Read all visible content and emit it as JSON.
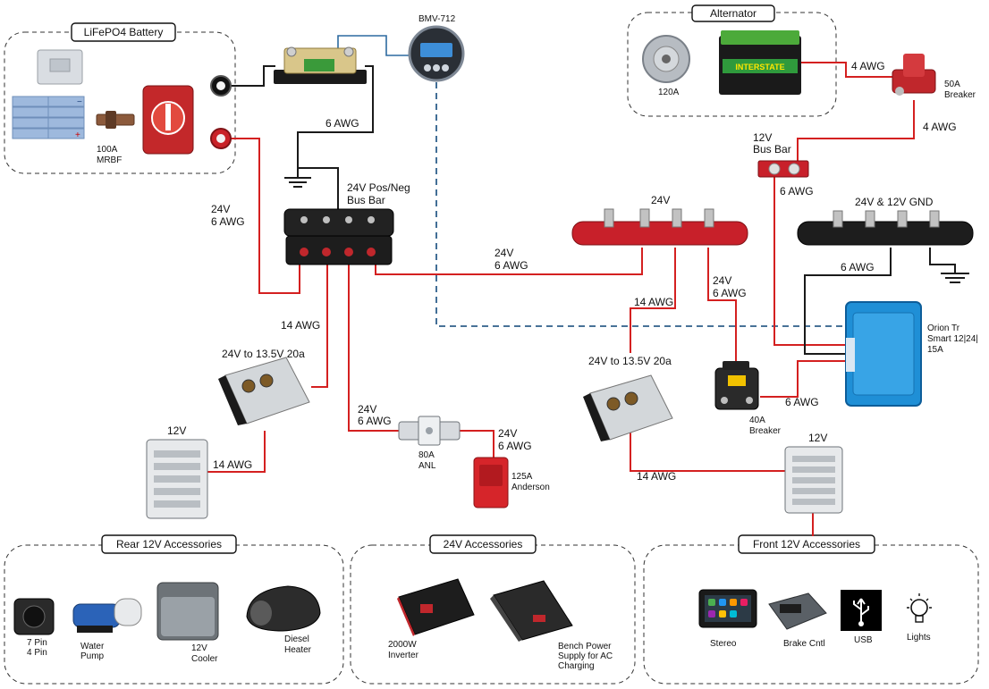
{
  "groups": {
    "battery": "LiFePO4 Battery",
    "alternator": "Alternator",
    "rear": "Rear 12V Accessories",
    "dc24": "24V Accessories",
    "front": "Front 12V Accessories"
  },
  "components": {
    "bmv": "BMV-712",
    "mrbf_1": "100A",
    "mrbf_2": "MRBF",
    "alt_amp": "120A",
    "battery_brand": "INTERSTATE",
    "breaker50_1": "50A",
    "breaker50_2": "Breaker",
    "busbar_main_1": "24V Pos/Neg",
    "busbar_main_2": "Bus Bar",
    "busbar_12_1": "12V",
    "busbar_12_2": "Bus Bar",
    "busbar_24": "24V",
    "busbar_gnd": "24V & 12V GND",
    "orion_1": "Orion Tr",
    "orion_2": "Smart 12|24|",
    "orion_3": "15A",
    "converter_left": "24V to 13.5V 20a",
    "converter_right": "24V to 13.5V 20a",
    "fuse_left": "12V",
    "fuse_right": "12V",
    "anl_1": "80A",
    "anl_2": "ANL",
    "anderson_1": "125A",
    "anderson_2": "Anderson",
    "breaker40_1": "40A",
    "breaker40_2": "Breaker"
  },
  "wires": {
    "w_shunt": "6 AWG",
    "w_alt_a": "4 AWG",
    "w_alt_b": "4 AWG",
    "w_bus12": "6 AWG",
    "w_bat_1": "24V",
    "w_bat_2": "6 AWG",
    "w_24main_1": "24V",
    "w_24main_2": "6 AWG",
    "w_gnd": "6 AWG",
    "w_conv_left": "14 AWG",
    "w_conv_right": "14 AWG",
    "w_24b_1": "24V",
    "w_24b_2": "6 AWG",
    "w_fuse_left": "14 AWG",
    "w_anl_1": "24V",
    "w_anl_2": "6 AWG",
    "w_and_1": "24V",
    "w_and_2": "6 AWG",
    "w_orion": "6 AWG",
    "w_fuse_right": "14 AWG"
  },
  "rear_items": {
    "trailer_1": "7 Pin",
    "trailer_2": "4 Pin",
    "pump_1": "Water",
    "pump_2": "Pump",
    "cooler_1": "12V",
    "cooler_2": "Cooler",
    "heater_1": "Diesel",
    "heater_2": "Heater"
  },
  "dc24_items": {
    "inverter_1": "2000W",
    "inverter_2": "Inverter",
    "psu_1": "Bench Power",
    "psu_2": "Supply for AC",
    "psu_3": "Charging"
  },
  "front_items": {
    "stereo": "Stereo",
    "brake": "Brake Cntl",
    "usb": "USB",
    "lights": "Lights"
  },
  "colors": {
    "positive_wire": "#d42020",
    "negative_wire": "#1a1a1a",
    "data_wire": "#2e5f8a",
    "busbar_red": "#c8202a",
    "orion_blue": "#1f8fd6"
  }
}
